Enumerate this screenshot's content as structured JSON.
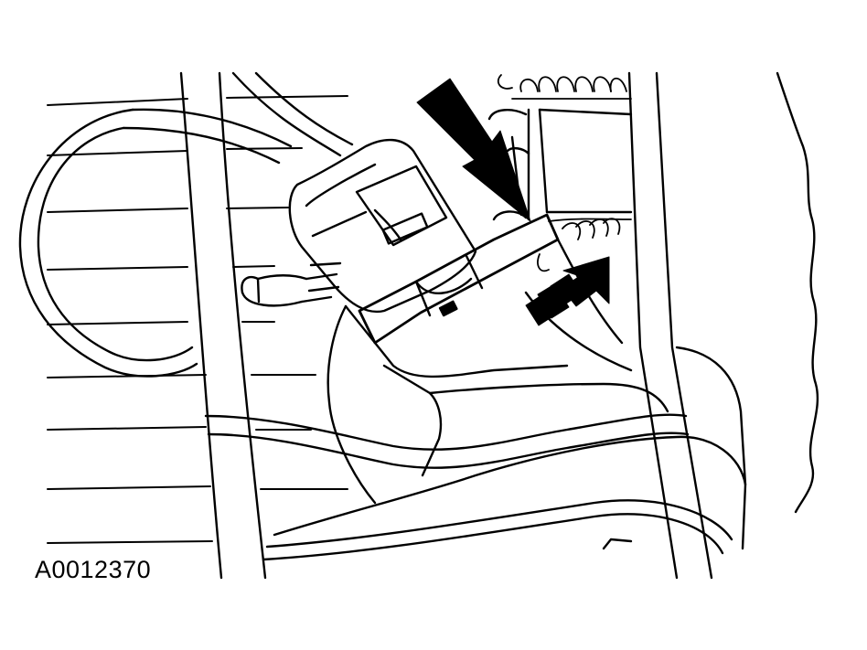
{
  "figure": {
    "id_label": "A0012370"
  },
  "colors": {
    "ink": "#000000",
    "paper": "#ffffff"
  },
  "callouts": [
    {
      "name": "upper-arrow",
      "points_to": "connector-latch"
    },
    {
      "name": "lower-arrow",
      "points_to": "connector-latch"
    }
  ]
}
